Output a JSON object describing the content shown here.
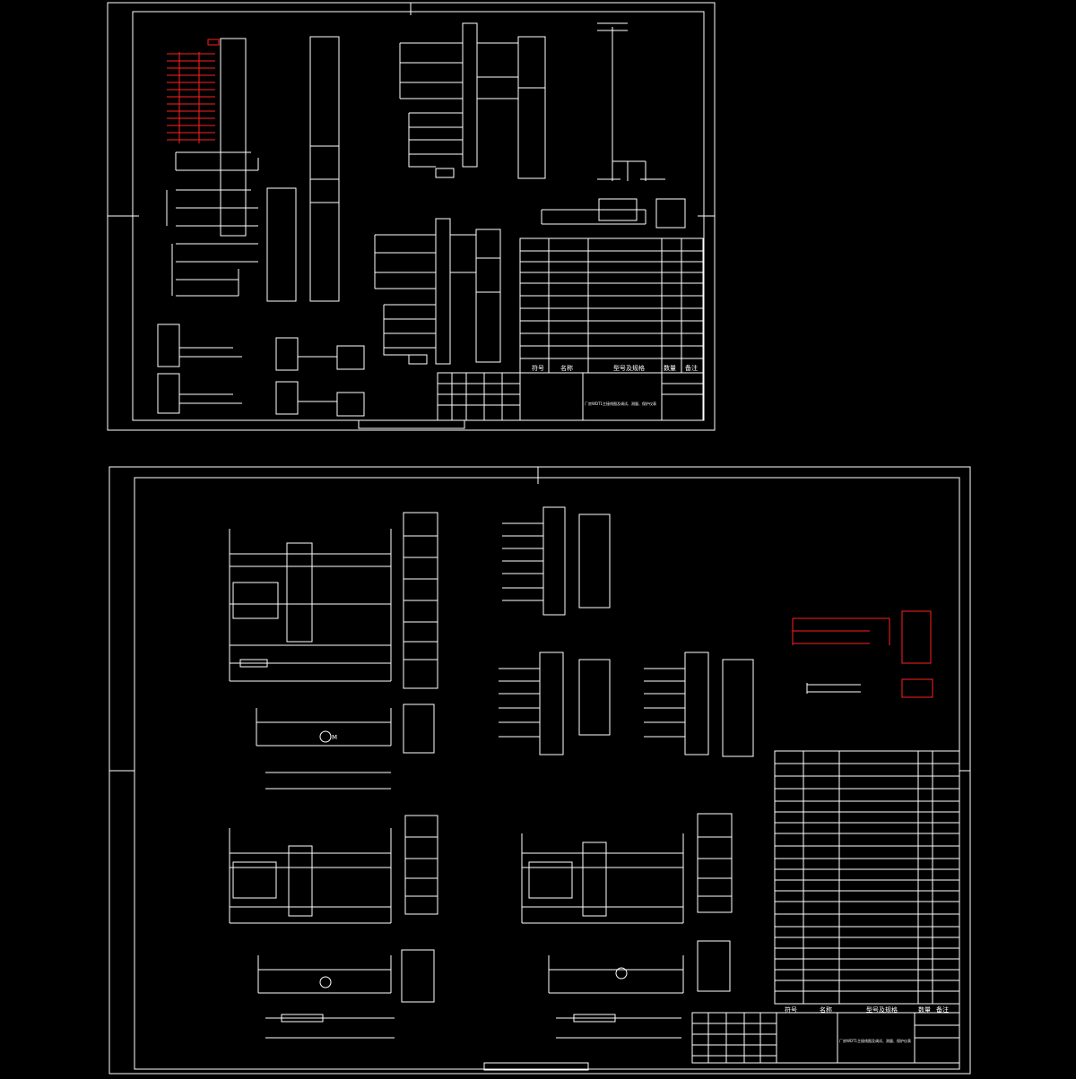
{
  "colors": {
    "background": "#000000",
    "line": "#ffffff",
    "highlight": "#ff2020",
    "accent": "#00e676",
    "cyan": "#30e0e0"
  },
  "sheet1": {
    "table_header": [
      "符号",
      "名称",
      "型号及规格",
      "数量",
      "备注"
    ],
    "title_block": {
      "title": "厂房WDT1主接线图及调试、测量、保护仪表"
    }
  },
  "sheet2": {
    "table_header": [
      "符号",
      "名称",
      "型号及规格",
      "数量",
      "备注"
    ],
    "title_block": {
      "title": "厂房WDT1主接线图及调试、测量、保护仪表"
    },
    "motor_label": "M"
  }
}
